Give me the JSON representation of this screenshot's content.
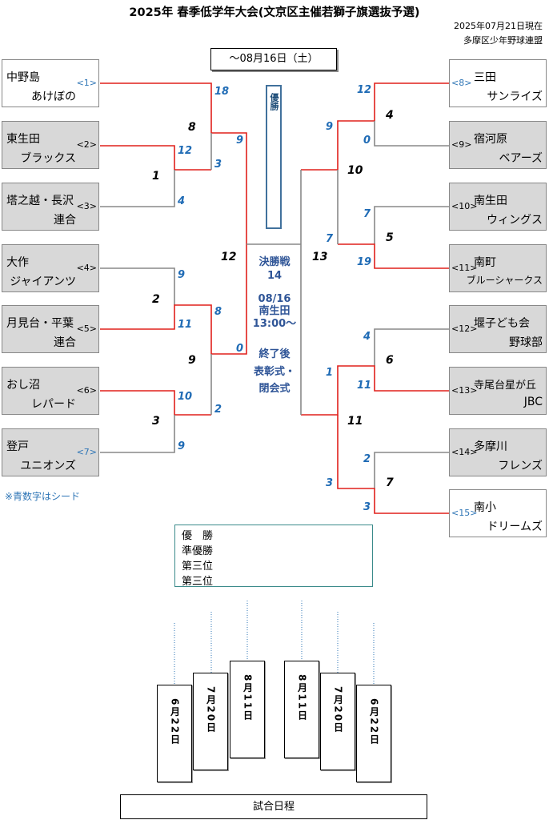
{
  "title": "2025年 春季低学年大会(文京区主催若獅子旗選抜予選)",
  "as_of": "2025年07月21日現在",
  "organizer": "多摩区少年野球連盟",
  "date_range": "～08月16日（土）",
  "champion_vertical": "優勝",
  "seed_note": "※青数字はシード",
  "colors": {
    "winner_line": "#e0201c",
    "loser_line": "#888888",
    "seed_score": "#1f6bb5",
    "final_text": "#2f5597"
  },
  "left_teams": [
    {
      "line1": "中野島",
      "line2": "あけぼの",
      "seed": "<1>",
      "is_seed": true,
      "grey": false
    },
    {
      "line1": "東生田",
      "line2": "ブラックス",
      "seed": "<2>",
      "is_seed": false,
      "grey": true
    },
    {
      "line1": "塔之越・長沢",
      "line2": "連合",
      "seed": "<3>",
      "is_seed": false,
      "grey": true
    },
    {
      "line1": "大作",
      "line2": "ジャイアンツ",
      "seed": "<4>",
      "is_seed": false,
      "grey": true
    },
    {
      "line1": "月見台・平葉",
      "line2": "連合",
      "seed": "<5>",
      "is_seed": false,
      "grey": true
    },
    {
      "line1": "おし沼",
      "line2": "レパード",
      "seed": "<6>",
      "is_seed": false,
      "grey": true
    },
    {
      "line1": "登戸",
      "line2": "ユニオンズ",
      "seed": "<7>",
      "is_seed": true,
      "grey": true
    }
  ],
  "right_teams": [
    {
      "line1": "三田",
      "line2": "サンライズ",
      "seed": "<8>",
      "is_seed": true,
      "grey": false
    },
    {
      "line1": "宿河原",
      "line2": "ベアーズ",
      "seed": "<9>",
      "is_seed": false,
      "grey": true
    },
    {
      "line1": "南生田",
      "line2": "ウィングス",
      "seed": "<10>",
      "is_seed": false,
      "grey": true
    },
    {
      "line1": "南町",
      "line2": "ブルーシャークス",
      "seed": "<11>",
      "is_seed": false,
      "grey": true
    },
    {
      "line1": "堰子ども会",
      "line2": "野球部",
      "seed": "<12>",
      "is_seed": false,
      "grey": true
    },
    {
      "line1": "寺尾台星が丘",
      "line2": "JBC",
      "seed": "<13>",
      "is_seed": false,
      "grey": true
    },
    {
      "line1": "多摩川",
      "line2": "フレンズ",
      "seed": "<14>",
      "is_seed": false,
      "grey": true
    },
    {
      "line1": "南小",
      "line2": "ドリームズ",
      "seed": "<15>",
      "is_seed": true,
      "grey": false
    }
  ],
  "game_numbers": [
    "1",
    "2",
    "3",
    "4",
    "5",
    "6",
    "7",
    "8",
    "9",
    "10",
    "11",
    "12",
    "13"
  ],
  "scores_left": [
    "18",
    "12",
    "3",
    "4",
    "9",
    "9",
    "8",
    "11",
    "10",
    "2",
    "9",
    "0"
  ],
  "scores_right": [
    "12",
    "0",
    "9",
    "7",
    "19",
    "7",
    "4",
    "11",
    "1",
    "2",
    "3",
    "3"
  ],
  "final": {
    "label": "決勝戦",
    "number": "14",
    "date": "08/16",
    "venue": "南生田",
    "time": "13:00～",
    "after1": "終了後",
    "after2": "表彰式・",
    "after3": "閉会式"
  },
  "results": [
    "優　勝",
    "準優勝",
    "第三位",
    "第三位"
  ],
  "schedule": [
    {
      "text": "6月22日"
    },
    {
      "text": "7月20日"
    },
    {
      "text": "8月11日"
    },
    {
      "text": "8月11日"
    },
    {
      "text": "7月20日"
    },
    {
      "text": "6月22日"
    }
  ],
  "schedule_label": "試合日程"
}
